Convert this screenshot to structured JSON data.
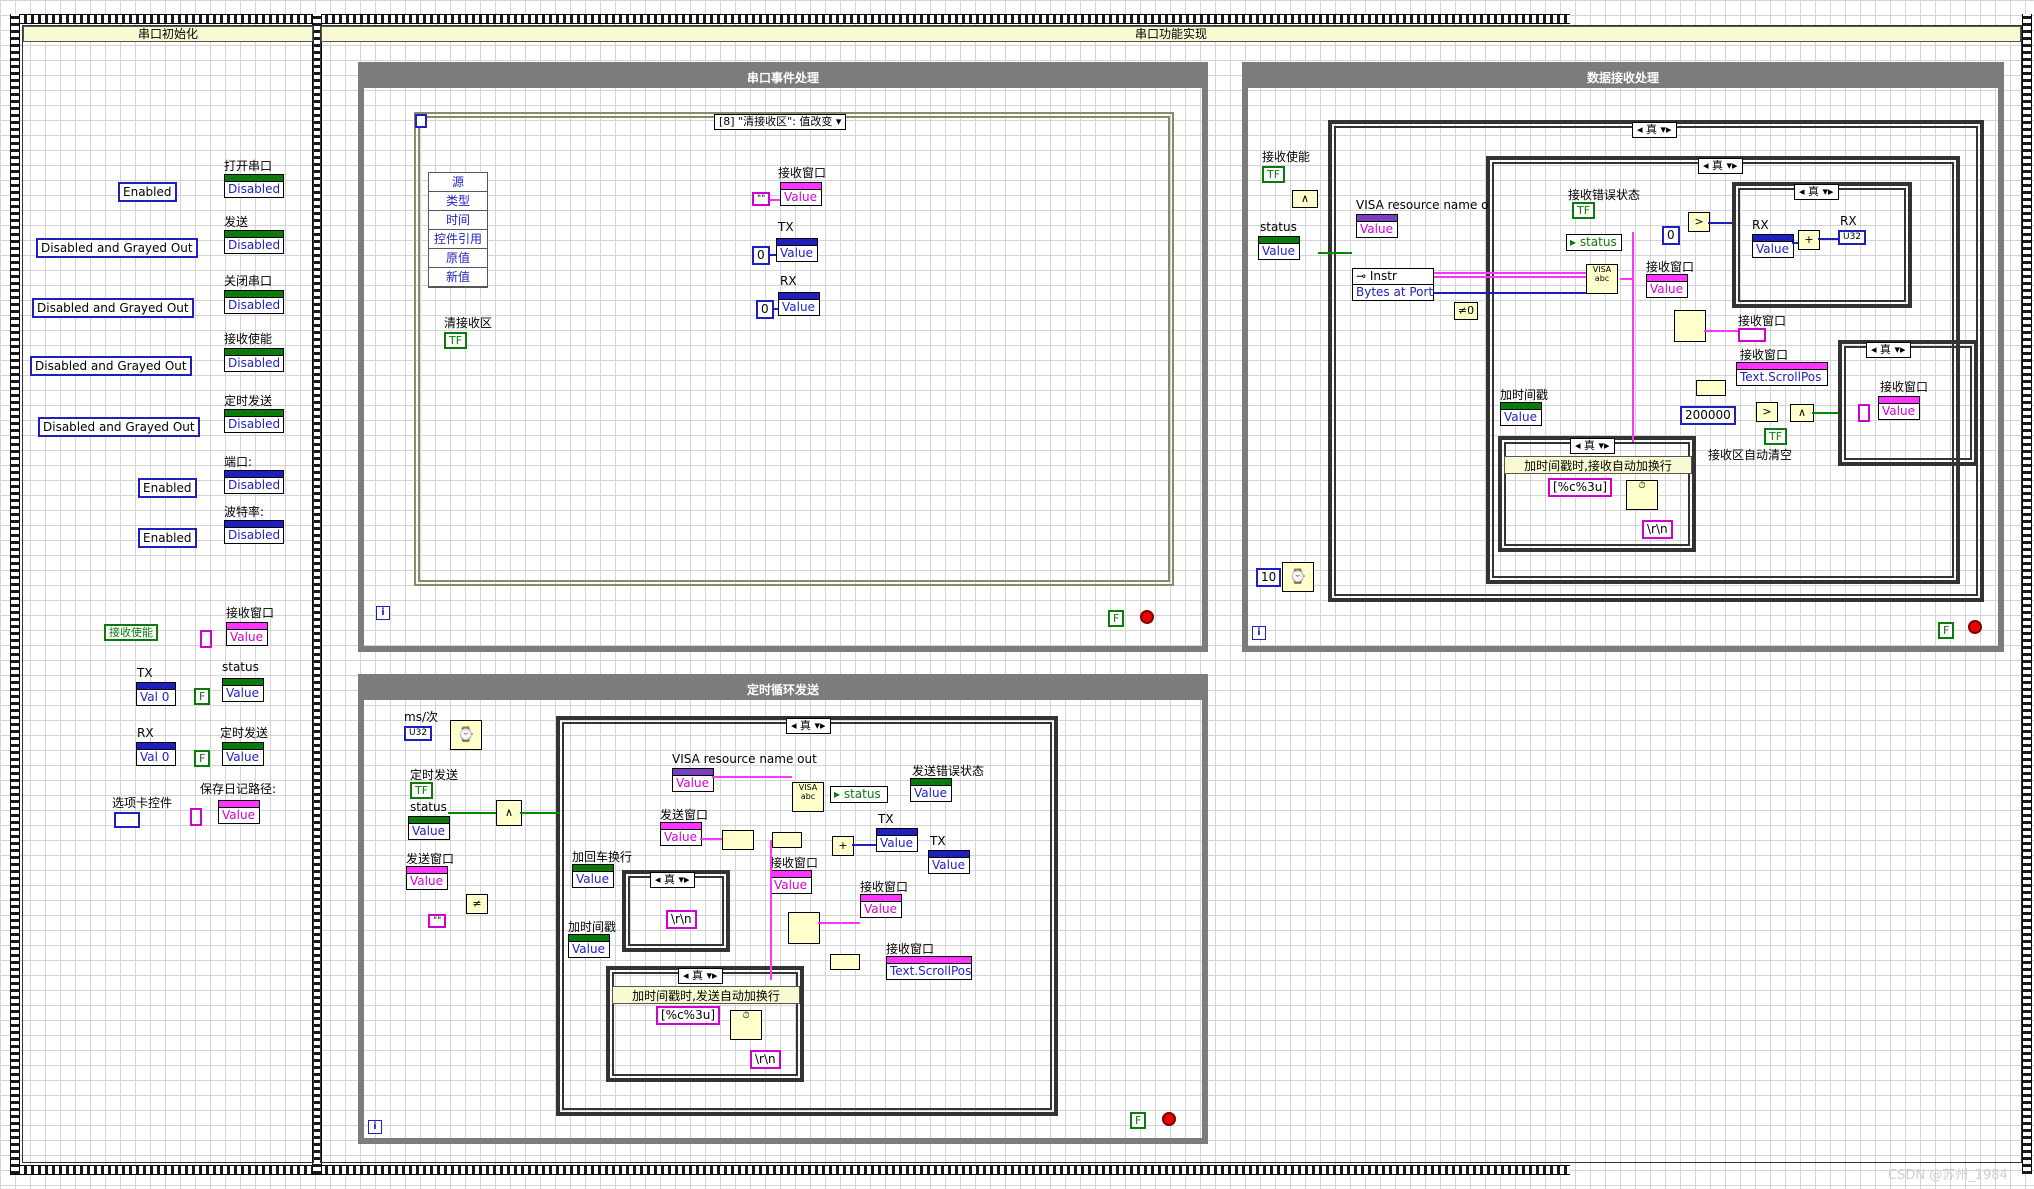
{
  "frames": {
    "init_title": "串口初始化",
    "impl_title": "串口功能实现"
  },
  "loops": {
    "event_title": "串口事件处理",
    "recv_title": "数据接收处理",
    "timer_title": "定时循环发送"
  },
  "init_panel": {
    "props": [
      {
        "label": "打开串口",
        "ring": "Enabled",
        "prop": "Disabled"
      },
      {
        "label": "发送",
        "ring": "Disabled and Grayed Out",
        "prop": "Disabled"
      },
      {
        "label": "关闭串口",
        "ring": "Disabled and Grayed Out",
        "prop": "Disabled"
      },
      {
        "label": "接收使能",
        "ring": "Disabled and Grayed Out",
        "prop": "Disabled"
      },
      {
        "label": "定时发送",
        "ring": "Disabled and Grayed Out",
        "prop": "Disabled"
      },
      {
        "label": "端口:",
        "ring": "Enabled",
        "prop": "Disabled"
      },
      {
        "label": "波特率:",
        "ring": "Enabled",
        "prop": "Disabled"
      }
    ],
    "recv_enable_const": "接收使能",
    "recv_window_label": "接收窗口",
    "value_text": "Value",
    "tx_label": "TX",
    "rx_label": "RX",
    "status_label": "status",
    "timed_send_label": "定时发送",
    "tab_label": "选项卡控件",
    "log_label": "保存日记路径:",
    "val_short": "Val",
    "zero": "0",
    "f_const": "F"
  },
  "event_struct": {
    "selector": "[8] \"清接收区\": 值改变",
    "data_nodes": [
      "源",
      "类型",
      "时间",
      "控件引用",
      "原值",
      "新值"
    ],
    "clear_label": "清接收区",
    "tf": "TF",
    "recv_window_label": "接收窗口",
    "empty_str": "\"\"",
    "tx_label": "TX",
    "rx_label": "RX",
    "value_text": "Value",
    "zero": "0"
  },
  "recv": {
    "true_label": "真",
    "recv_enable_label": "接收使能",
    "status_label": "status",
    "visa_label": "VISA resource name o",
    "instr_label": "Instr",
    "bytes_label": "Bytes at Port",
    "err_label": "接收错误状态",
    "status_text": "status",
    "recv_window_label": "接收窗口",
    "rx_label": "RX",
    "u32": "U32",
    "timestamp_label": "加时间戳",
    "timestamp_case": "加时间戳时,接收自动加换行",
    "fmt": "[%c%3u]",
    "crlf": "\\r\\n",
    "scrollpos": "Text.ScrollPos",
    "threshold": "200000",
    "auto_clear": "接收区自动清空",
    "wait_ms": "10",
    "value_text": "Value",
    "zero": "0",
    "ne_zero": "≠0"
  },
  "timer": {
    "ms_label": "ms/次",
    "u32": "U32",
    "timed_send_label": "定时发送",
    "tf": "TF",
    "status_label": "status",
    "send_window_label": "发送窗口",
    "true_label": "真",
    "visa_out_label": "VISA resource name out",
    "send_err_label": "发送错误状态",
    "status_text": "status",
    "tx_label": "TX",
    "add_cr_label": "加回车换行",
    "recv_window_label": "接收窗口",
    "timestamp_label": "加时间戳",
    "timestamp_case": "加时间戳时,发送自动加换行",
    "fmt": "[%c%3u]",
    "crlf": "\\r\\n",
    "scrollpos": "Text.ScrollPos",
    "value_text": "Value",
    "empty_str": "\"\""
  },
  "watermark": "CSDN @苏州_1984",
  "colors": {
    "pink": "#ff33ff",
    "green": "#008a00",
    "blue": "#1f1fbf",
    "loop": "#7c7c7c"
  }
}
